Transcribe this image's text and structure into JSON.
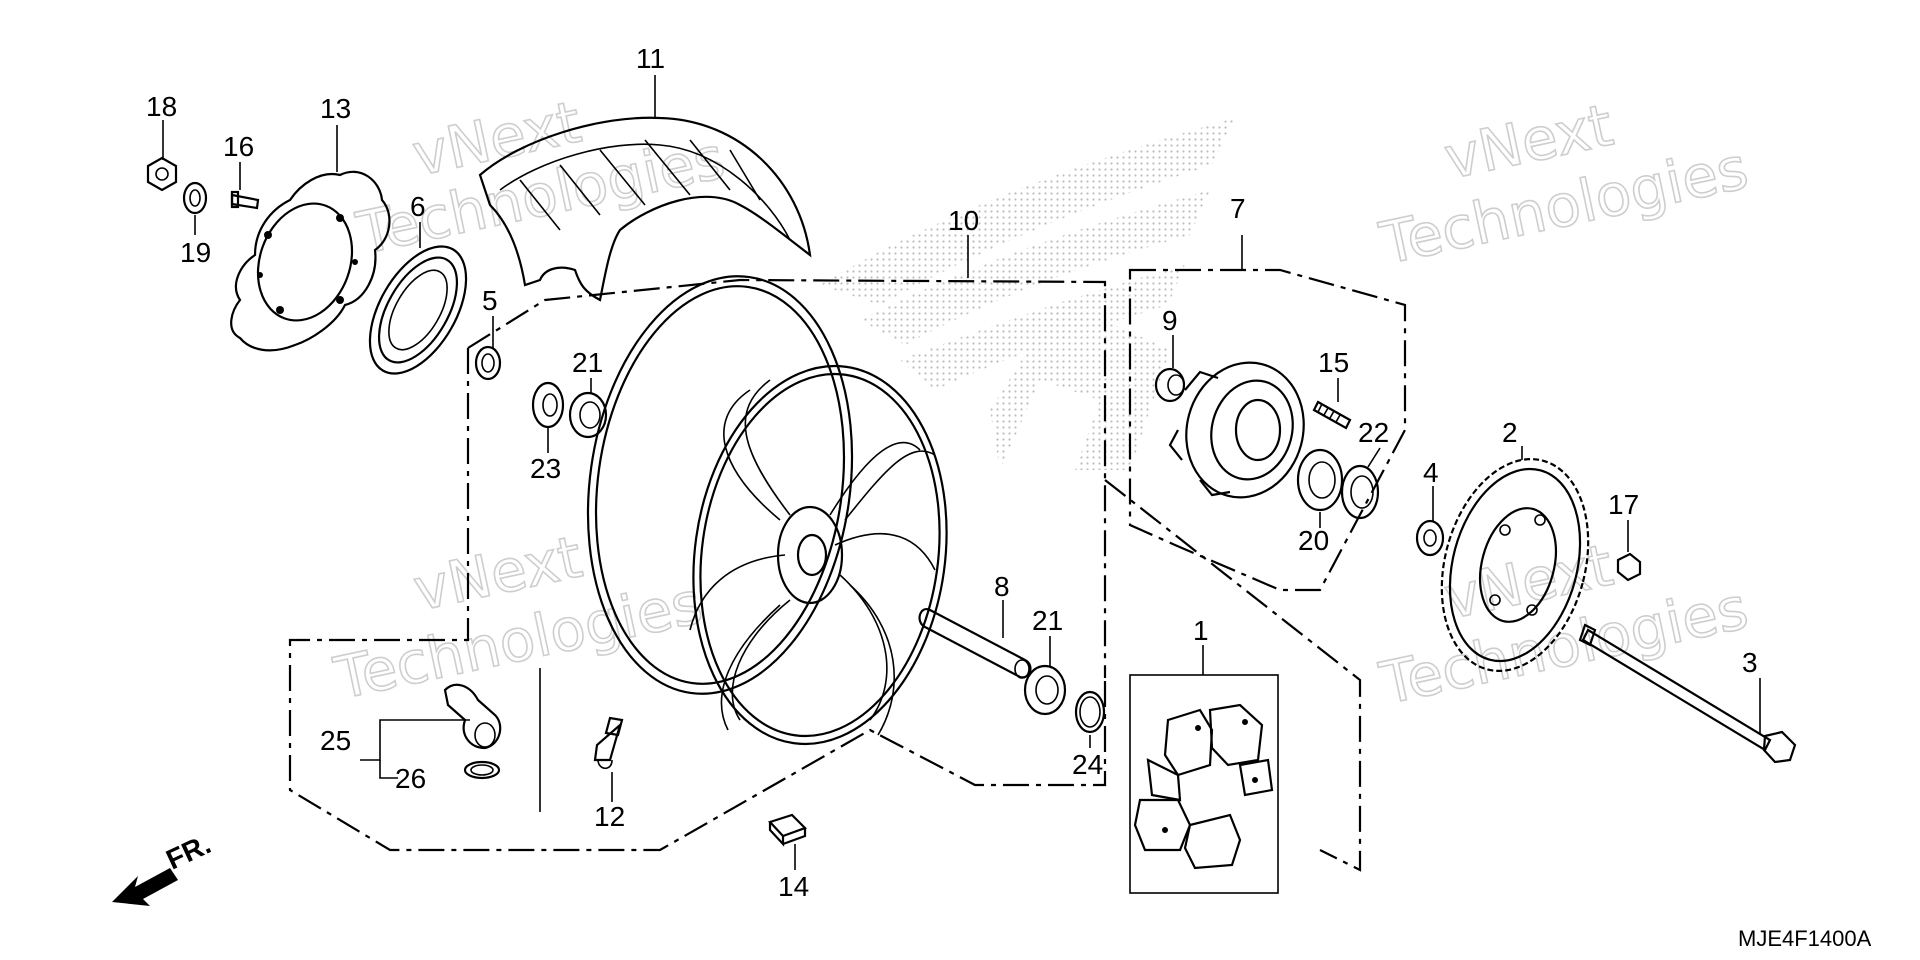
{
  "diagram": {
    "callouts": {
      "c1": "1",
      "c2": "2",
      "c3": "3",
      "c4": "4",
      "c5": "5",
      "c6": "6",
      "c7": "7",
      "c8": "8",
      "c9": "9",
      "c10": "10",
      "c11": "11",
      "c12": "12",
      "c13": "13",
      "c14": "14",
      "c15": "15",
      "c16": "16",
      "c17": "17",
      "c18": "18",
      "c19": "19",
      "c20": "20",
      "c21a": "21",
      "c21b": "21",
      "c22": "22",
      "c23": "23",
      "c24": "24",
      "c25": "25",
      "c26": "26"
    },
    "front_label": "FR.",
    "diagram_code": "MJE4F1400A",
    "watermark": {
      "line1": "vNext",
      "line2": "Technologies"
    }
  }
}
